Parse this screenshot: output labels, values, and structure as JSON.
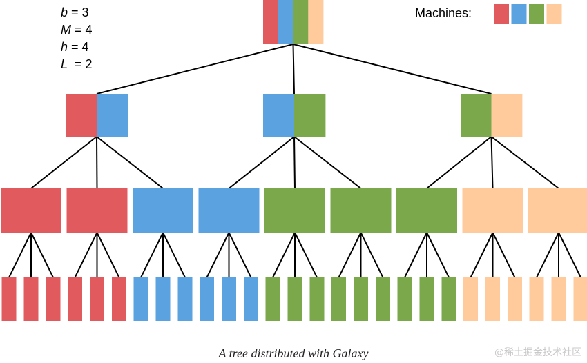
{
  "params": [
    {
      "var": "b",
      "eq": " = 3"
    },
    {
      "var": "M",
      "eq": " = 4"
    },
    {
      "var": "h",
      "eq": " = 4"
    },
    {
      "var": "L",
      "eq": "  = 2"
    }
  ],
  "legend": {
    "label": "Machines:",
    "colors": [
      "#e05a5e",
      "#5aa2e0",
      "#7aa84a",
      "#ffcb9c"
    ]
  },
  "caption": "A tree distributed with Galaxy",
  "watermark": "@稀土掘金技术社区",
  "tree": {
    "root": [
      "#e05a5e",
      "#5aa2e0",
      "#7aa84a",
      "#ffcb9c"
    ],
    "level1": [
      [
        "#e05a5e",
        "#5aa2e0"
      ],
      [
        "#5aa2e0",
        "#7aa84a"
      ],
      [
        "#7aa84a",
        "#ffcb9c"
      ]
    ],
    "level2": [
      "#e05a5e",
      "#e05a5e",
      "#5aa2e0",
      "#5aa2e0",
      "#7aa84a",
      "#7aa84a",
      "#7aa84a",
      "#ffcb9c",
      "#ffcb9c"
    ]
  }
}
